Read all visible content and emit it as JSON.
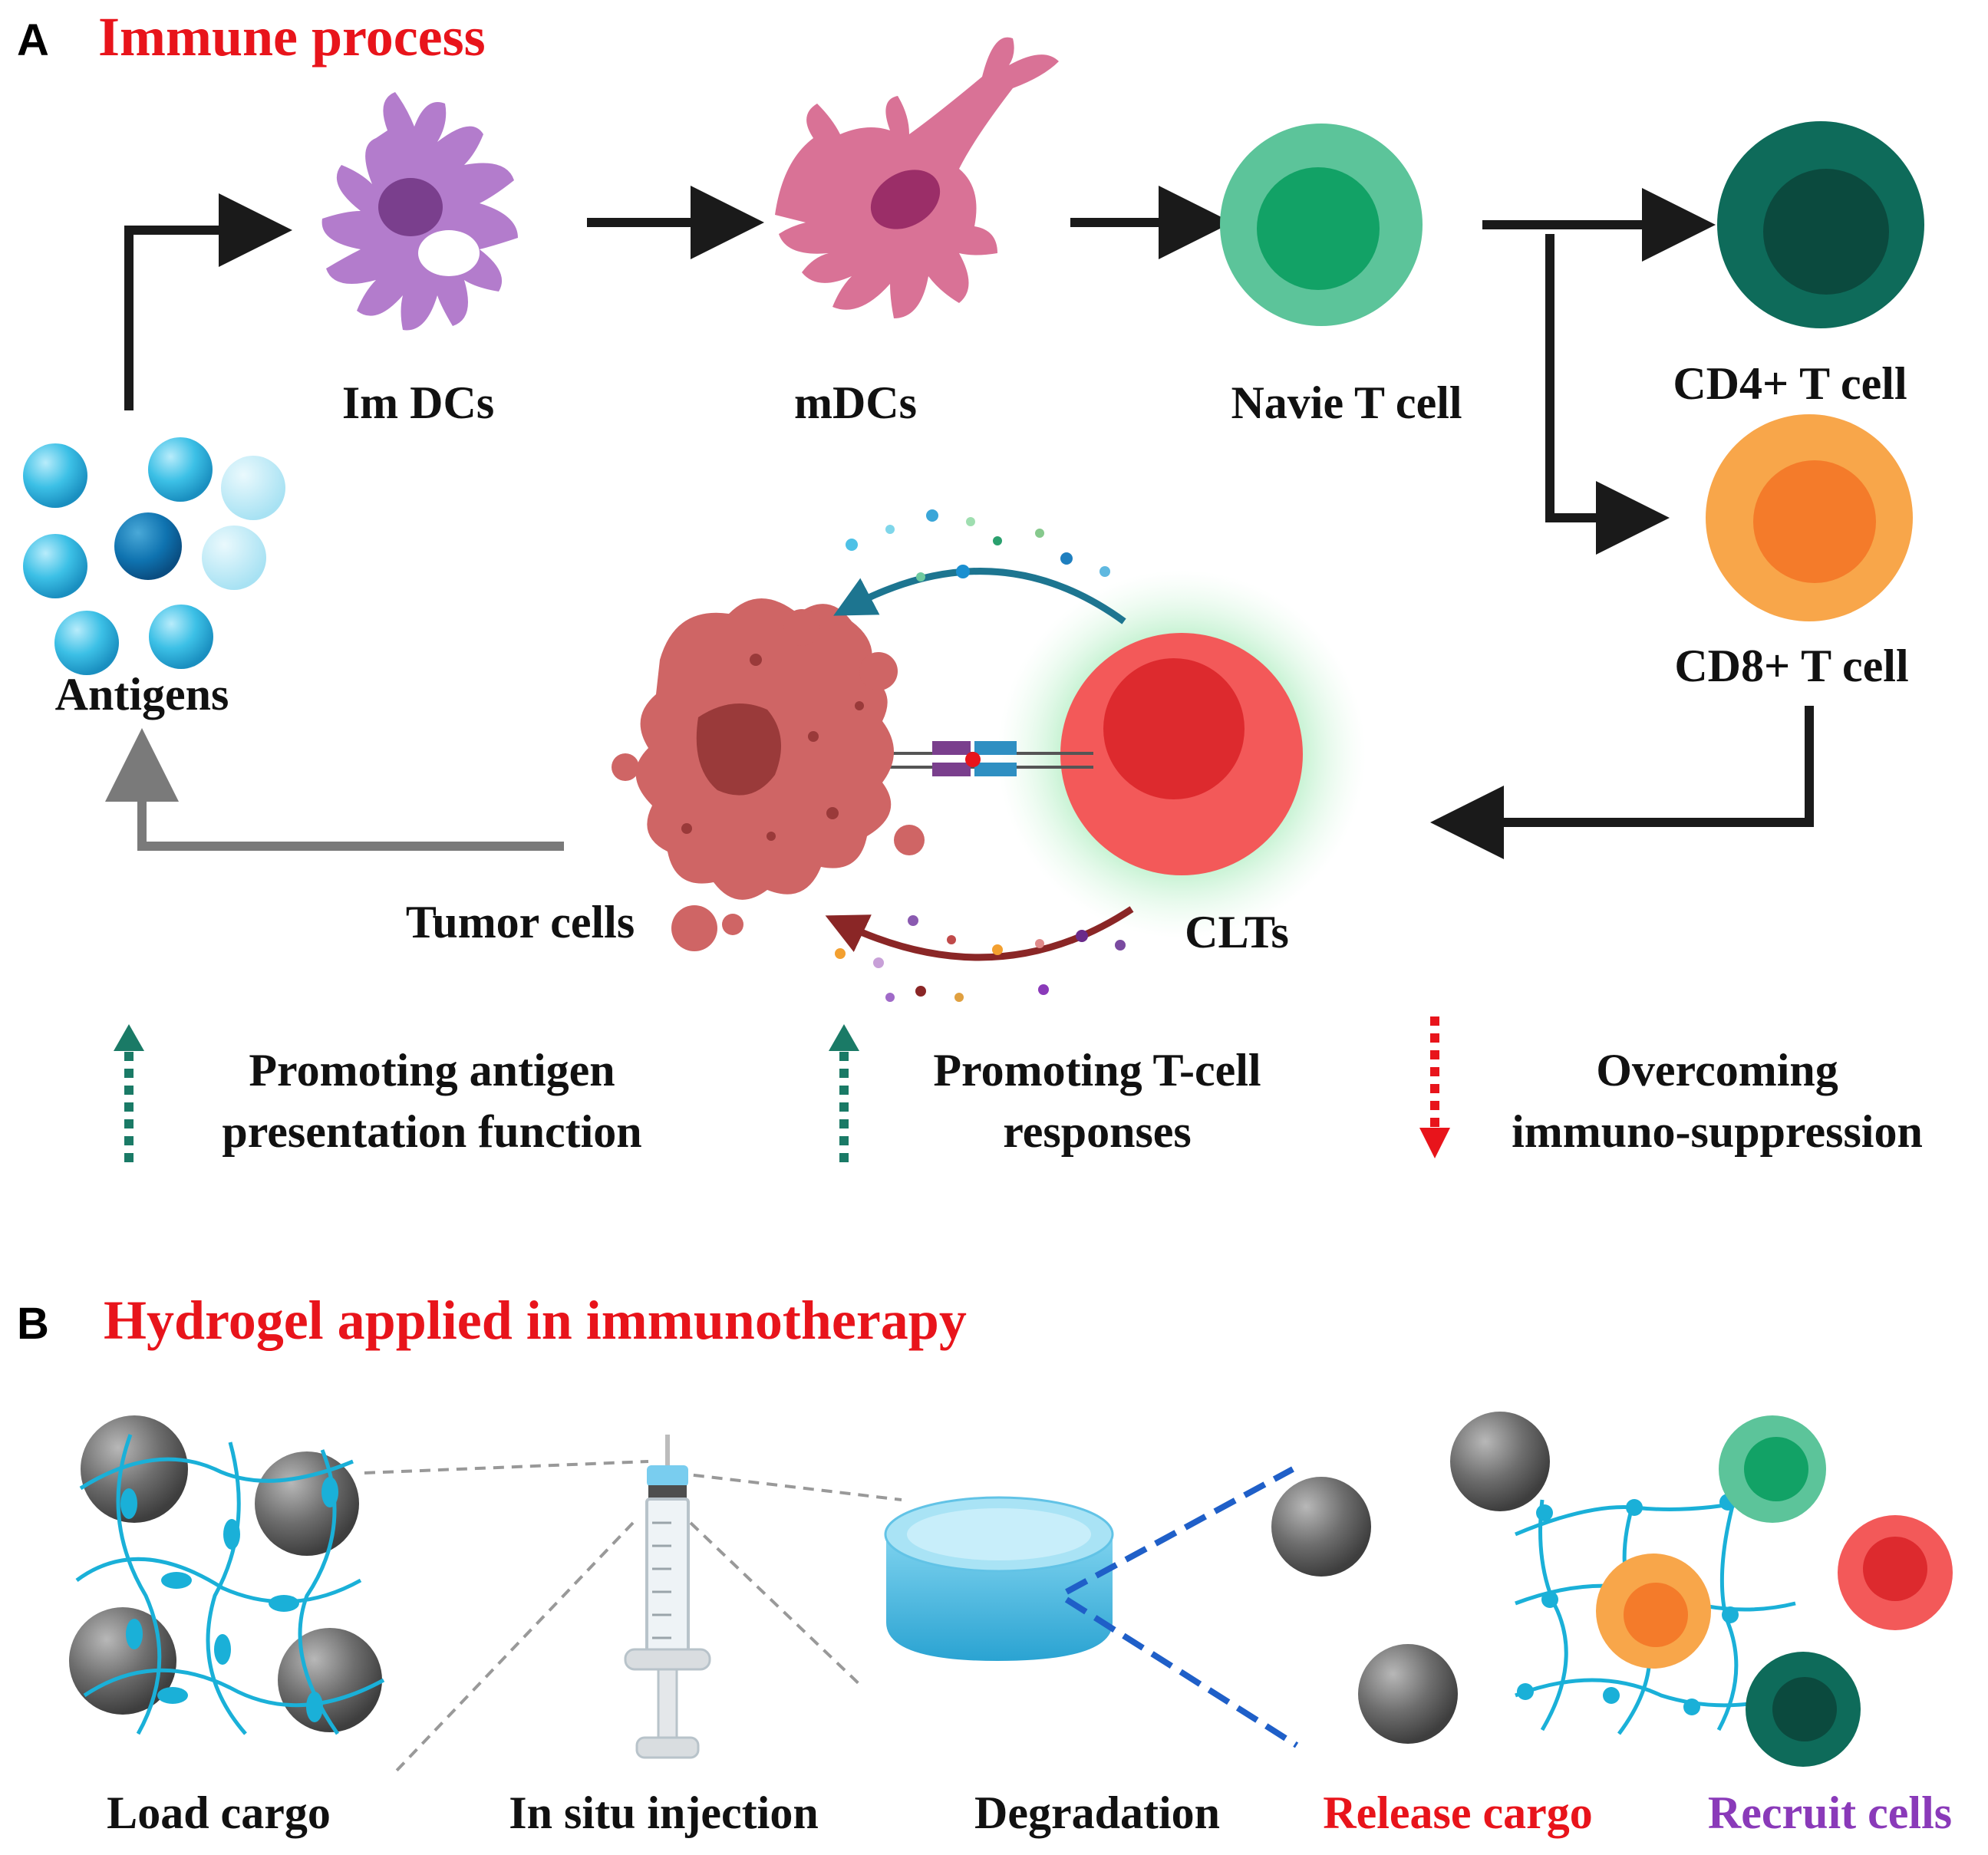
{
  "panel_a": {
    "letter": "A",
    "title": "Immune process",
    "cells": {
      "antigens": "Antigens",
      "im_dcs": "Im DCs",
      "mdcs": "mDCs",
      "naive_t": "Navie T cell",
      "cd4": "CD4+ T cell",
      "cd8": "CD8+ T cell",
      "tumor": "Tumor cells",
      "clts": "CLTs"
    },
    "legend": [
      {
        "line1": "Promoting antigen",
        "line2": "presentation function",
        "direction": "up",
        "color": "#1a7a66"
      },
      {
        "line1": "Promoting T-cell",
        "line2": "responses",
        "direction": "up",
        "color": "#1a7a66"
      },
      {
        "line1": "Overcoming",
        "line2": "immuno-suppression",
        "direction": "down",
        "color": "#e8141b"
      }
    ]
  },
  "panel_b": {
    "letter": "B",
    "title": "Hydrogel applied in immunotherapy",
    "steps": {
      "load": "Load cargo",
      "inject": "In situ injection",
      "degrade": "Degradation",
      "release": "Release cargo",
      "recruit": "Recruit cells"
    }
  },
  "colors": {
    "title_red": "#e8141b",
    "recruit_purple": "#8a3ab9",
    "hydrogel_cyan": "#1ab0d8",
    "naive_t_green": "#5cc49a",
    "cd4_dark_green": "#0e6b5a",
    "cd8_orange": "#f8a64a",
    "clt_red": "#f35959",
    "tumor_pink": "#cf6565",
    "imdc_purple": "#b37ccc",
    "mdc_pink": "#d97296"
  }
}
